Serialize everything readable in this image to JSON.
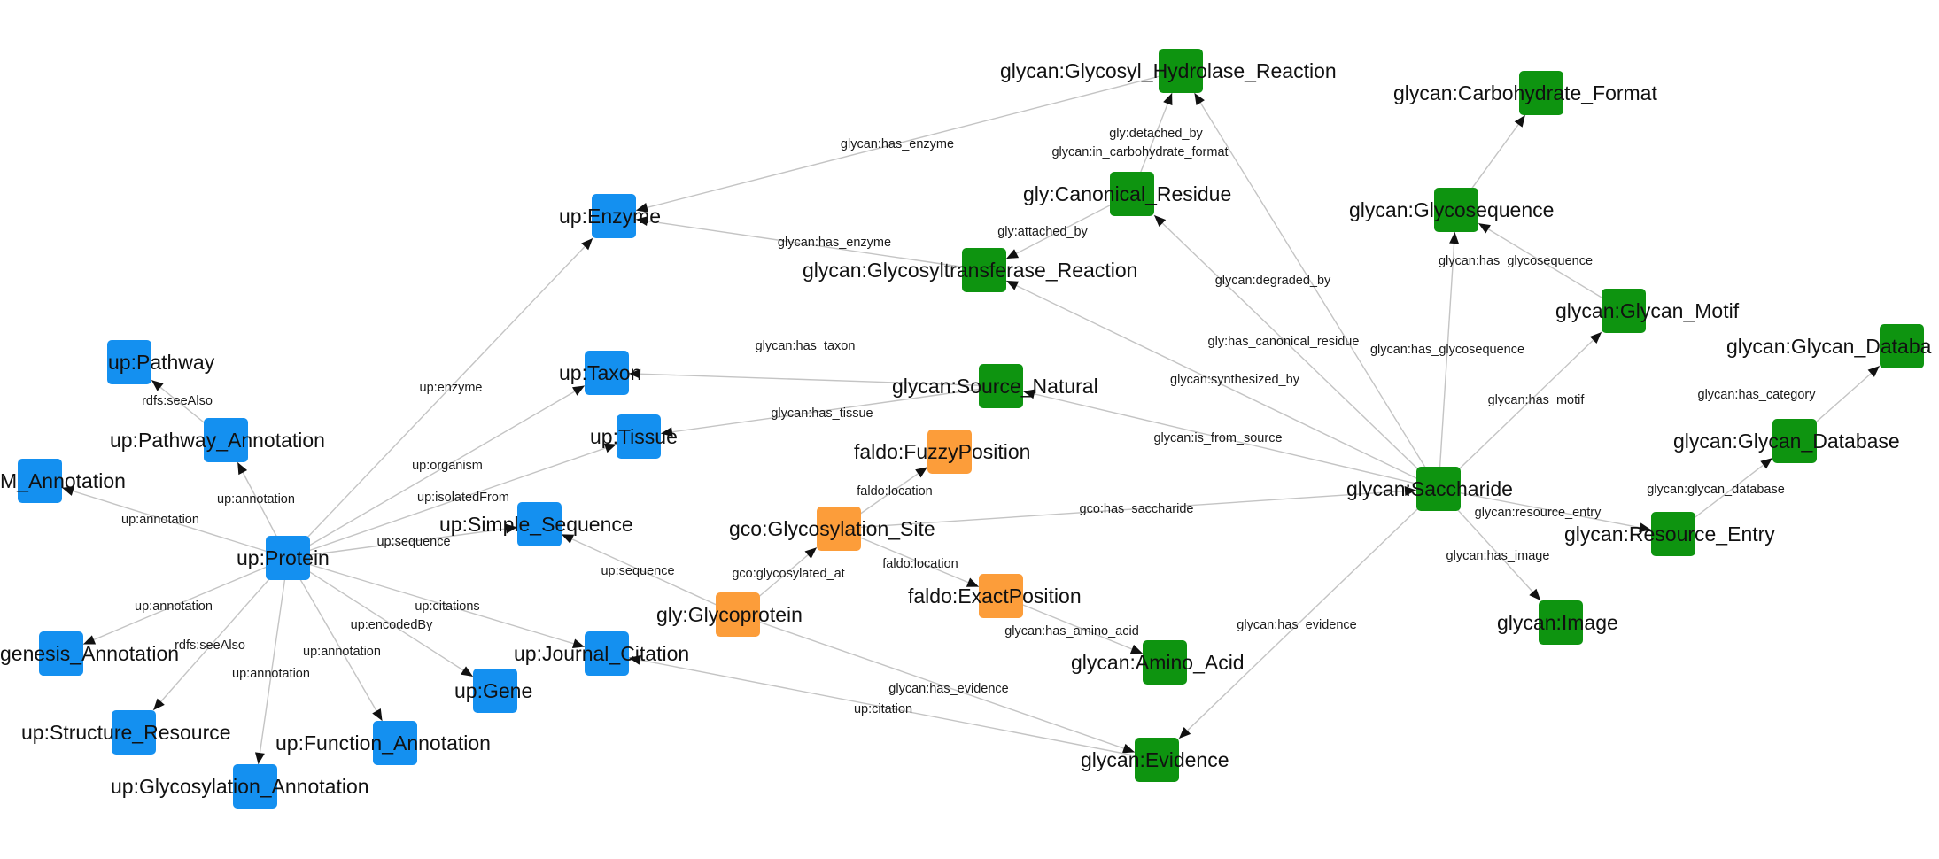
{
  "colors": {
    "uniprot": "#1490f0",
    "glycan": "#0e9410",
    "glycosite": "#fc9d3a",
    "edge": "#c4c4c4",
    "arrow": "#111111"
  },
  "nodes": [
    {
      "id": "enzyme",
      "label": "up:Enzyme",
      "group": "uniprot"
    },
    {
      "id": "pathway",
      "label": "up:Pathway",
      "group": "uniprot"
    },
    {
      "id": "pathway_annotation",
      "label": "up:Pathway_Annotation",
      "group": "uniprot"
    },
    {
      "id": "ptm_annotation",
      "label": "M_Annotation",
      "group": "uniprot"
    },
    {
      "id": "protein",
      "label": "up:Protein",
      "group": "uniprot"
    },
    {
      "id": "taxon",
      "label": "up:Taxon",
      "group": "uniprot"
    },
    {
      "id": "tissue",
      "label": "up:Tissue",
      "group": "uniprot"
    },
    {
      "id": "simple_sequence",
      "label": "up:Simple_Sequence",
      "group": "uniprot"
    },
    {
      "id": "mutagenesis_annotation",
      "label": "genesis_Annotation",
      "group": "uniprot"
    },
    {
      "id": "structure_resource",
      "label": "up:Structure_Resource",
      "group": "uniprot"
    },
    {
      "id": "glycosylation_annotation",
      "label": "up:Glycosylation_Annotation",
      "group": "uniprot"
    },
    {
      "id": "function_annotation",
      "label": "up:Function_Annotation",
      "group": "uniprot"
    },
    {
      "id": "gene",
      "label": "up:Gene",
      "group": "uniprot"
    },
    {
      "id": "journal_citation",
      "label": "up:Journal_Citation",
      "group": "uniprot"
    },
    {
      "id": "glycosyl_hydrolase_reaction",
      "label": "glycan:Glycosyl_Hydrolase_Reaction",
      "group": "glycan"
    },
    {
      "id": "canonical_residue",
      "label": "gly:Canonical_Residue",
      "group": "glycan"
    },
    {
      "id": "glycosyltransferase_reaction",
      "label": "glycan:Glycosyltransferase_Reaction",
      "group": "glycan"
    },
    {
      "id": "carbohydrate_format",
      "label": "glycan:Carbohydrate_Format",
      "group": "glycan"
    },
    {
      "id": "glycosequence",
      "label": "glycan:Glycosequence",
      "group": "glycan"
    },
    {
      "id": "glycan_motif",
      "label": "glycan:Glycan_Motif",
      "group": "glycan"
    },
    {
      "id": "glycan_database_category",
      "label": "glycan:Glycan_Databa",
      "group": "glycan"
    },
    {
      "id": "source_natural",
      "label": "glycan:Source_Natural",
      "group": "glycan"
    },
    {
      "id": "glycan_database",
      "label": "glycan:Glycan_Database",
      "group": "glycan"
    },
    {
      "id": "saccharide",
      "label": "glycan:Saccharide",
      "group": "glycan"
    },
    {
      "id": "resource_entry",
      "label": "glycan:Resource_Entry",
      "group": "glycan"
    },
    {
      "id": "image",
      "label": "glycan:Image",
      "group": "glycan"
    },
    {
      "id": "amino_acid",
      "label": "glycan:Amino_Acid",
      "group": "glycan"
    },
    {
      "id": "evidence",
      "label": "glycan:Evidence",
      "group": "glycan"
    },
    {
      "id": "fuzzy_position",
      "label": "faldo:FuzzyPosition",
      "group": "glycosite"
    },
    {
      "id": "glycosylation_site",
      "label": "gco:Glycosylation_Site",
      "group": "glycosite"
    },
    {
      "id": "exact_position",
      "label": "faldo:ExactPosition",
      "group": "glycosite"
    },
    {
      "id": "glycoprotein",
      "label": "gly:Glycoprotein",
      "group": "glycosite"
    }
  ],
  "edges": [
    {
      "source": "glycosyl_hydrolase_reaction",
      "target": "enzyme",
      "label": "glycan:has_enzyme"
    },
    {
      "source": "glycosyltransferase_reaction",
      "target": "enzyme",
      "label": "glycan:has_enzyme"
    },
    {
      "source": "canonical_residue",
      "target": "glycosyl_hydrolase_reaction",
      "label": "gly:detached_by"
    },
    {
      "source": "canonical_residue",
      "target": "glycosyltransferase_reaction",
      "label": "gly:attached_by"
    },
    {
      "source": "glycosequence",
      "target": "carbohydrate_format",
      "label": "glycan:in_carbohydrate_format"
    },
    {
      "source": "glycan_motif",
      "target": "glycosequence",
      "label": "glycan:has_glycosequence"
    },
    {
      "source": "saccharide",
      "target": "glycosyl_hydrolase_reaction",
      "label": "glycan:degraded_by"
    },
    {
      "source": "saccharide",
      "target": "canonical_residue",
      "label": "gly:has_canonical_residue"
    },
    {
      "source": "saccharide",
      "target": "glycosyltransferase_reaction",
      "label": "glycan:synthesized_by"
    },
    {
      "source": "saccharide",
      "target": "glycosequence",
      "label": "glycan:has_glycosequence"
    },
    {
      "source": "saccharide",
      "target": "glycan_motif",
      "label": "glycan:has_motif"
    },
    {
      "source": "saccharide",
      "target": "source_natural",
      "label": "glycan:is_from_source"
    },
    {
      "source": "saccharide",
      "target": "resource_entry",
      "label": "glycan:resource_entry"
    },
    {
      "source": "saccharide",
      "target": "image",
      "label": "glycan:has_image"
    },
    {
      "source": "saccharide",
      "target": "evidence",
      "label": "glycan:has_evidence"
    },
    {
      "source": "resource_entry",
      "target": "glycan_database",
      "label": "glycan:glycan_database"
    },
    {
      "source": "glycan_database",
      "target": "glycan_database_category",
      "label": "glycan:has_category"
    },
    {
      "source": "source_natural",
      "target": "taxon",
      "label": "glycan:has_taxon"
    },
    {
      "source": "source_natural",
      "target": "tissue",
      "label": "glycan:has_tissue"
    },
    {
      "source": "pathway_annotation",
      "target": "pathway",
      "label": "rdfs:seeAlso"
    },
    {
      "source": "protein",
      "target": "pathway_annotation",
      "label": "up:annotation"
    },
    {
      "source": "protein",
      "target": "ptm_annotation",
      "label": "up:annotation"
    },
    {
      "source": "protein",
      "target": "enzyme",
      "label": "up:enzyme"
    },
    {
      "source": "protein",
      "target": "taxon",
      "label": "up:organism"
    },
    {
      "source": "protein",
      "target": "tissue",
      "label": "up:isolatedFrom"
    },
    {
      "source": "protein",
      "target": "simple_sequence",
      "label": "up:sequence"
    },
    {
      "source": "protein",
      "target": "mutagenesis_annotation",
      "label": "up:annotation"
    },
    {
      "source": "protein",
      "target": "structure_resource",
      "label": "rdfs:seeAlso"
    },
    {
      "source": "protein",
      "target": "glycosylation_annotation",
      "label": "up:annotation"
    },
    {
      "source": "protein",
      "target": "function_annotation",
      "label": "up:annotation"
    },
    {
      "source": "protein",
      "target": "gene",
      "label": "up:encodedBy"
    },
    {
      "source": "protein",
      "target": "journal_citation",
      "label": "up:citations"
    },
    {
      "source": "glycoprotein",
      "target": "simple_sequence",
      "label": "up:sequence"
    },
    {
      "source": "glycoprotein",
      "target": "glycosylation_site",
      "label": "gco:glycosylated_at"
    },
    {
      "source": "glycoprotein",
      "target": "evidence",
      "label": "glycan:has_evidence"
    },
    {
      "source": "glycosylation_site",
      "target": "fuzzy_position",
      "label": "faldo:location"
    },
    {
      "source": "glycosylation_site",
      "target": "exact_position",
      "label": "faldo:location"
    },
    {
      "source": "glycosylation_site",
      "target": "saccharide",
      "label": "gco:has_saccharide"
    },
    {
      "source": "exact_position",
      "target": "amino_acid",
      "label": "glycan:has_amino_acid"
    },
    {
      "source": "evidence",
      "target": "journal_citation",
      "label": "up:citation"
    }
  ]
}
